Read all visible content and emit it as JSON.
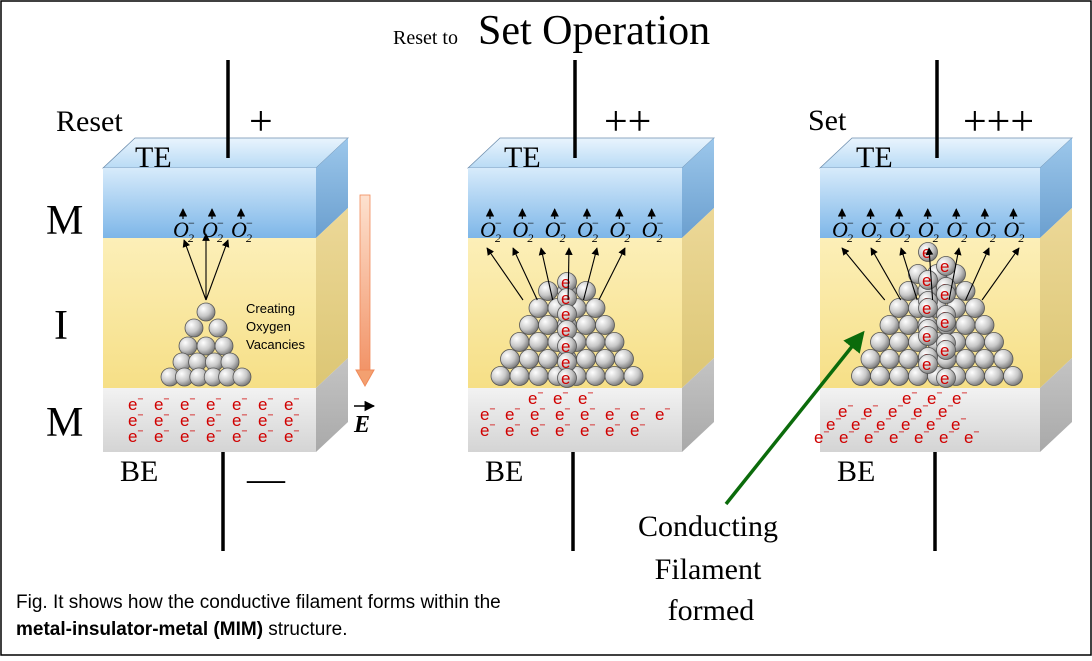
{
  "title": {
    "prefix": "Reset to",
    "main": "Set Operation"
  },
  "row_labels": [
    "M",
    "I",
    "M"
  ],
  "panels": [
    {
      "state": "Reset",
      "polarity": "+",
      "bottom_polarity": "—",
      "top_label": "TE",
      "bottom_label": "BE",
      "ions": [
        "O",
        "O",
        "O"
      ],
      "oxygen_note": [
        "Creating",
        "Oxygen",
        "Vacancies"
      ],
      "field_label": "E",
      "electron_rows": [
        [
          "e",
          "e",
          "e",
          "e",
          "e",
          "e",
          "e"
        ],
        [
          "e",
          "e",
          "e",
          "e",
          "e",
          "e",
          "e"
        ],
        [
          "e",
          "e",
          "e",
          "e",
          "e",
          "e",
          "e"
        ]
      ]
    },
    {
      "state": "",
      "polarity": "++",
      "top_label": "TE",
      "bottom_label": "BE",
      "ions": [
        "O",
        "O",
        "O",
        "O",
        "O",
        "O"
      ],
      "filament_label": "e",
      "electron_rows": [
        [
          "e",
          "e",
          "e"
        ],
        [
          "e",
          "e",
          "e",
          "e",
          "e",
          "e",
          "e",
          "e"
        ],
        [
          "e",
          "e",
          "e",
          "e",
          "e",
          "e",
          "e"
        ]
      ]
    },
    {
      "state": "Set",
      "polarity": "+++",
      "top_label": "TE",
      "bottom_label": "BE",
      "ions": [
        "O",
        "O",
        "O",
        "O",
        "O",
        "O",
        "O"
      ],
      "filament_label": "e",
      "electron_rows": [
        [
          "e",
          "e",
          "e"
        ],
        [
          "e",
          "e",
          "e",
          "e",
          "e"
        ],
        [
          "e",
          "e",
          "e",
          "e",
          "e",
          "e"
        ],
        [
          "e",
          "e",
          "e",
          "e",
          "e",
          "e",
          "e"
        ]
      ]
    }
  ],
  "callout": [
    "Conducting",
    "Filament",
    "formed"
  ],
  "caption": {
    "line1": "Fig. It shows how the conductive filament forms within the",
    "bold": "metal-insulator-metal (MIM)",
    "line2_rest": " structure."
  },
  "colors": {
    "top_electrode": "#8ec3ee",
    "insulator": "#fbeaa0",
    "bottom_electrode": "#dcdcdc",
    "electron": "#d00000",
    "arrow_green": "#0b6b0b",
    "field_arrow": "#f3a070"
  }
}
